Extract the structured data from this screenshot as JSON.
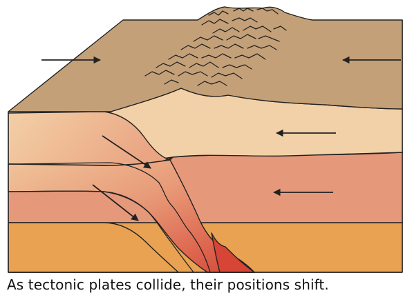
{
  "caption": "As tectonic plates collide, their positions shift.",
  "colors": {
    "surface": "#c4a079",
    "crust_light": "#f2d1a8",
    "mantle_salmon": "#e6997a",
    "mantle_orange": "#e8a252",
    "slab_hot": "#d64535",
    "outline": "#222222"
  },
  "arrows": [
    {
      "name": "arrow-surface-left-plate",
      "direction": "right"
    },
    {
      "name": "arrow-surface-right-plate",
      "direction": "left"
    },
    {
      "name": "arrow-crust-right",
      "direction": "left"
    },
    {
      "name": "arrow-mantle-right",
      "direction": "left"
    },
    {
      "name": "arrow-slab-upper",
      "direction": "down-right"
    },
    {
      "name": "arrow-slab-lower",
      "direction": "down-right"
    }
  ]
}
